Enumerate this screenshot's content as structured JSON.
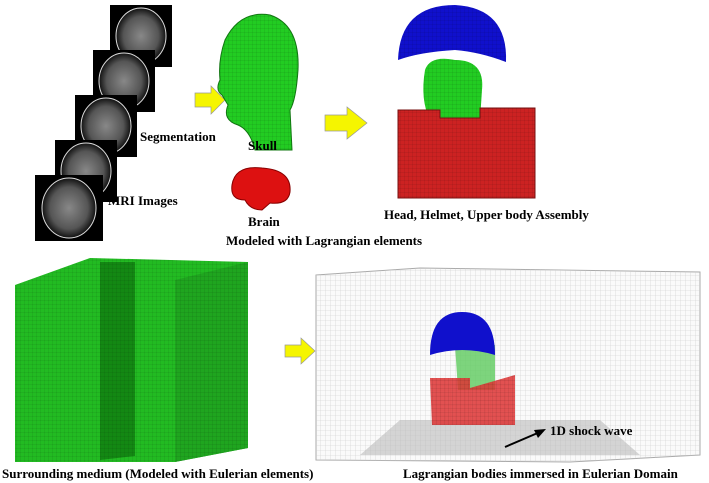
{
  "labels": {
    "segmentation": "Segmentation",
    "skull": "Skull",
    "mri_images": "MRI Images",
    "brain": "Brain",
    "assembly": "Head, Helmet, Upper body Assembly",
    "lagrangian_caption": "Modeled with Lagrangian elements",
    "surrounding_medium": "Surrounding medium (Modeled with Eulerian elements)",
    "shock_wave": "1D shock wave",
    "immersed": "Lagrangian bodies immersed in Eulerian Domain"
  },
  "colors": {
    "arrow": "#f5f500",
    "skull": "#22cc22",
    "brain": "#dd1111",
    "helmet": "#1010cc",
    "body": "#cc2222",
    "medium": "#22bb22",
    "domain": "#cccccc"
  }
}
